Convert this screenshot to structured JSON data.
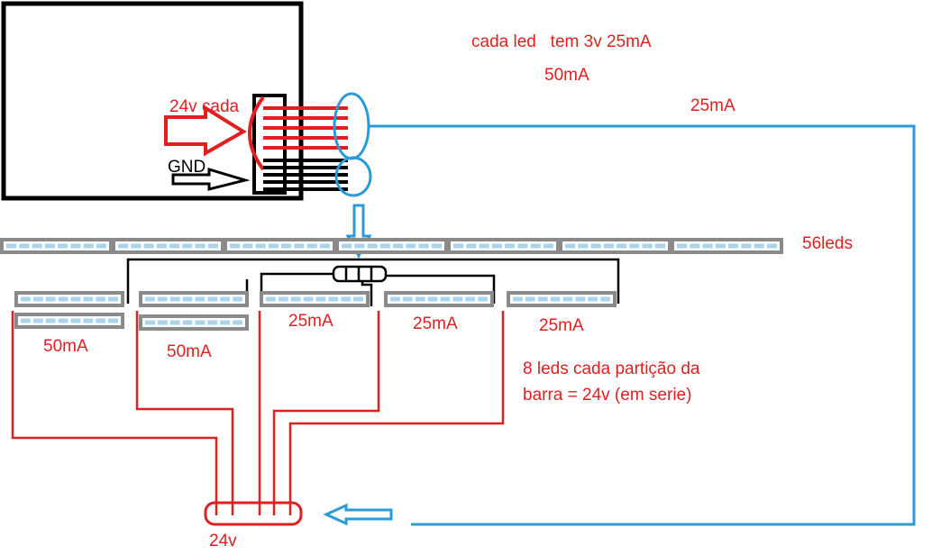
{
  "labels": {
    "led_spec": "cada led   tem 3v 25mA",
    "current_50_top": "50mA",
    "current_25_right": "25mA",
    "supply_each": "24v cada",
    "gnd": "GND",
    "led_count": "56leds",
    "strip_current_1": "50mA",
    "strip_current_2": "50mA",
    "strip_current_3": "25mA",
    "strip_current_4": "25mA",
    "strip_current_5": "25mA",
    "partition_note_line1": "8 leds cada partição da",
    "partition_note_line2": "barra = 24v (em serie)",
    "bus_voltage": "24v"
  },
  "colors": {
    "positive": "#e02020",
    "ground": "#000000",
    "signal": "#2b9ad8",
    "strip_body": "#8a8a8a",
    "led_cell": "#a8d4ee"
  },
  "main_bar": {
    "segments": 7,
    "leds_per_segment": 8
  },
  "sub_strips": [
    {
      "id": "s1",
      "leds": 8
    },
    {
      "id": "s2",
      "leds": 8
    },
    {
      "id": "s3",
      "leds": 8
    },
    {
      "id": "s4",
      "leds": 8
    },
    {
      "id": "s5",
      "leds": 8
    },
    {
      "id": "s6",
      "leds": 8
    },
    {
      "id": "s7",
      "leds": 8
    }
  ]
}
